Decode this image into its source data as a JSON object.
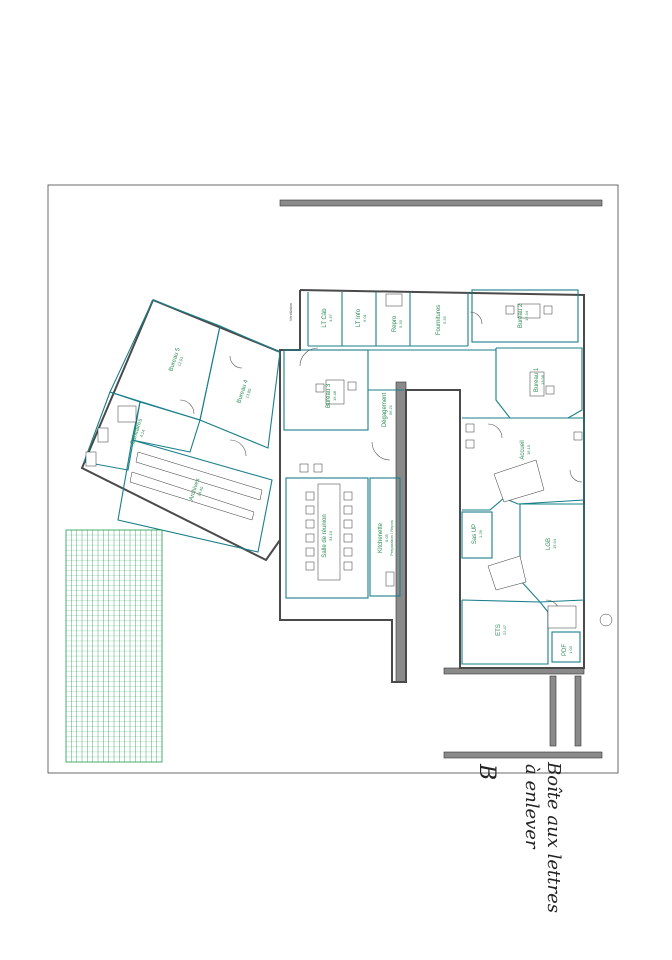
{
  "rooms": [
    {
      "id": "lt-cab",
      "name": "LT Câb",
      "area": "4.57"
    },
    {
      "id": "lt-info",
      "name": "LT Info",
      "area": "6.01"
    },
    {
      "id": "repro",
      "name": "Repro",
      "area": "5.33"
    },
    {
      "id": "fournitures",
      "name": "Fournitures",
      "area": "5.55"
    },
    {
      "id": "bureau-2",
      "name": "Bureau 2",
      "area": "12.34"
    },
    {
      "id": "bureau-1",
      "name": "Bureau 1",
      "area": "13.98"
    },
    {
      "id": "bureau-3",
      "name": "Bureau 3",
      "area": "15.48"
    },
    {
      "id": "degagement",
      "name": "Dégagement",
      "area": "56.21"
    },
    {
      "id": "bureau-5",
      "name": "Bureau 5",
      "area": "12.01"
    },
    {
      "id": "bureau-4",
      "name": "Bureau 4",
      "area": "13.80"
    },
    {
      "id": "sanitaires",
      "name": "Sanitaires",
      "area": "4.14"
    },
    {
      "id": "archives",
      "name": "Archives",
      "area": "24.40"
    },
    {
      "id": "accueil",
      "name": "Accueil",
      "area": "16.10"
    },
    {
      "id": "salle-reunion",
      "name": "Salle de réunion",
      "area": "34.10"
    },
    {
      "id": "kitchenette",
      "name": "Kitchenette",
      "area": "8.05",
      "sub": "Préparation / Repos"
    },
    {
      "id": "sas-up",
      "name": "Sas UP",
      "area": "1.26"
    },
    {
      "id": "lgb",
      "name": "LGB",
      "area": "15.94"
    },
    {
      "id": "ets",
      "name": "ETS",
      "area": "22.47"
    },
    {
      "id": "pdf",
      "name": "PDF",
      "area": "1.03"
    }
  ],
  "notes": {
    "vent": "Ventilation"
  },
  "handwriting": {
    "line1": "Boîte aux lettres",
    "line2": "à enlever",
    "marker": "B"
  },
  "colors": {
    "wall": "#4a4a4a",
    "partition": "#1a7f8a",
    "label": "#2a8c50",
    "table": "#1e9a4e",
    "furniture": "#333333"
  }
}
